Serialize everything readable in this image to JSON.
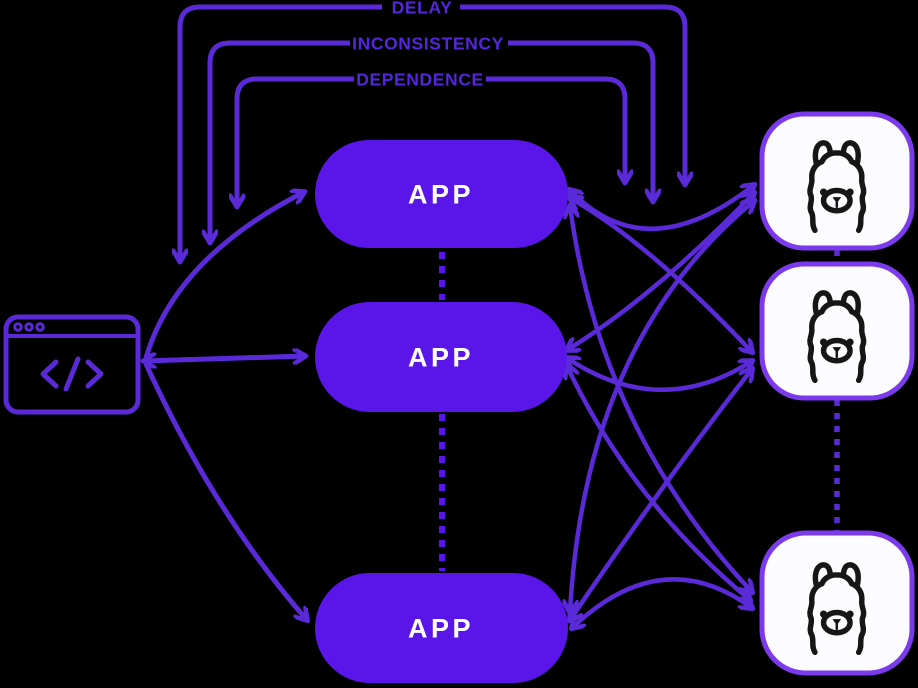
{
  "palette": {
    "background": "#000000",
    "line": "#5B2AD8",
    "label_text": "#5527DC",
    "app_fill": "#5A16E9",
    "app_text": "#FFFFFF",
    "model_card_border": "#7C3AED",
    "model_card_fill": "#FCFCFF",
    "llama_line": "#161616"
  },
  "feedback_labels": [
    {
      "label": "DELAY"
    },
    {
      "label": "INCONSISTENCY"
    },
    {
      "label": "DEPENDENCE"
    }
  ],
  "source_node": {
    "icon": "browser-code-window-icon",
    "glyph": "</>"
  },
  "app_nodes": [
    {
      "label": "APP"
    },
    {
      "label": "APP"
    },
    {
      "label": "APP"
    }
  ],
  "model_nodes": [
    {
      "icon": "llama-icon"
    },
    {
      "icon": "llama-icon"
    },
    {
      "icon": "llama-icon"
    }
  ]
}
